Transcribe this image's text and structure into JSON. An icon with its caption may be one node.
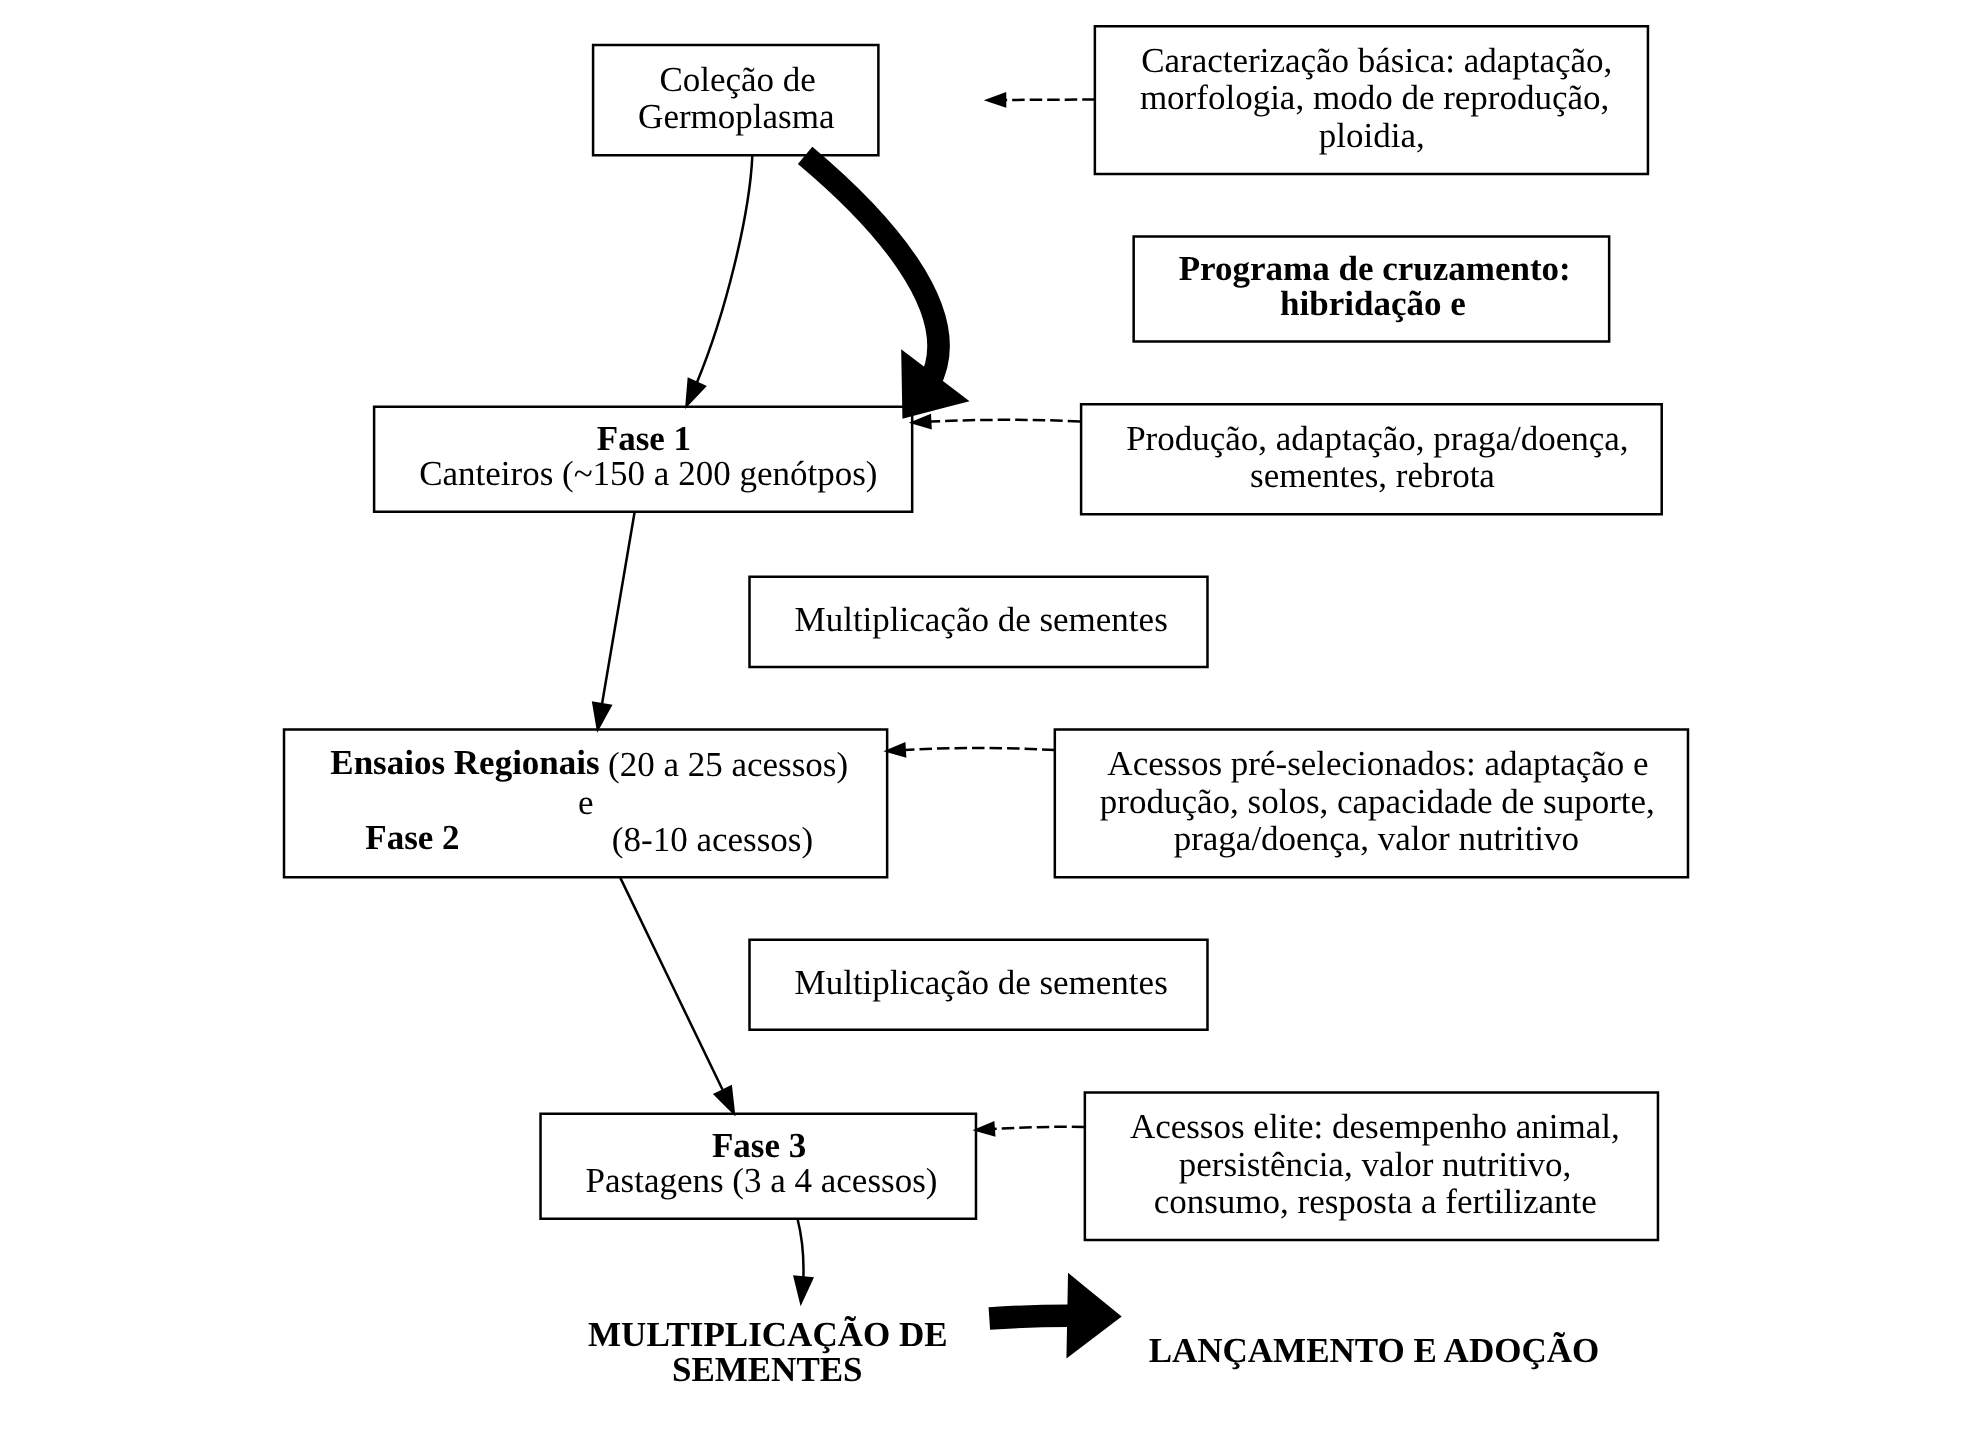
{
  "diagram": {
    "nodes": [
      {
        "text": [
          "Coleção de Germoplasma"
        ]
      },
      {
        "text": [
          "Caracterização básica: adaptação, morfologia, modo de reprodução, ploidia,"
        ]
      },
      {
        "text": [
          "Programa de cruzamento: hibridação e"
        ]
      },
      {
        "text": [
          "Fase 1",
          "Canteiros (~150 a 200 genótpos)"
        ]
      },
      {
        "text": [
          "Produção, adaptação, praga/doença, sementes, rebrota"
        ]
      },
      {
        "text": [
          "Multiplicação de sementes"
        ]
      },
      {
        "text": [
          "**Ensaios Regionais** (20 a 25 acessos)",
          "e",
          "**Fase 2** (8-10 acessos)"
        ]
      },
      {
        "text": [
          "Acessos pré-selecionados: adaptação e produção, solos, capacidade de suporte, praga/doença, valor nutritivo"
        ]
      },
      {
        "text": [
          "Multiplicação de sementes"
        ]
      },
      {
        "text": [
          "Fase 3",
          "Pastagens (3 a 4 acessos)"
        ]
      },
      {
        "text": [
          "Acessos elite: desempenho animal, persistência, valor nutritivo, consumo, resposta a fertilizante"
        ]
      },
      {
        "text": [
          "MULTIPLICAÇÃO DE SEMENTES"
        ]
      },
      {
        "text": [
          "LANÇAMENTO E ADOÇÃO"
        ]
      }
    ],
    "edges": [
      {
        "from": 0,
        "to": 3,
        "arrow": "to"
      },
      {
        "from": 0,
        "to": 3,
        "arrow": "to",
        "style": "thick"
      },
      {
        "from": 1,
        "to": null,
        "arrow": "to",
        "style": "dashed"
      },
      {
        "from": 4,
        "to": 3,
        "arrow": "to",
        "style": "dashed"
      },
      {
        "from": 3,
        "to": 6,
        "arrow": "to"
      },
      {
        "from": 7,
        "to": 6,
        "arrow": "to",
        "style": "dashed"
      },
      {
        "from": 6,
        "to": 9,
        "arrow": "to"
      },
      {
        "from": 10,
        "to": 9,
        "arrow": "to",
        "style": "dashed"
      },
      {
        "from": 9,
        "to": 11,
        "arrow": "to"
      },
      {
        "from": 11,
        "to": 12,
        "arrow": "to",
        "style": "thick"
      }
    ]
  }
}
